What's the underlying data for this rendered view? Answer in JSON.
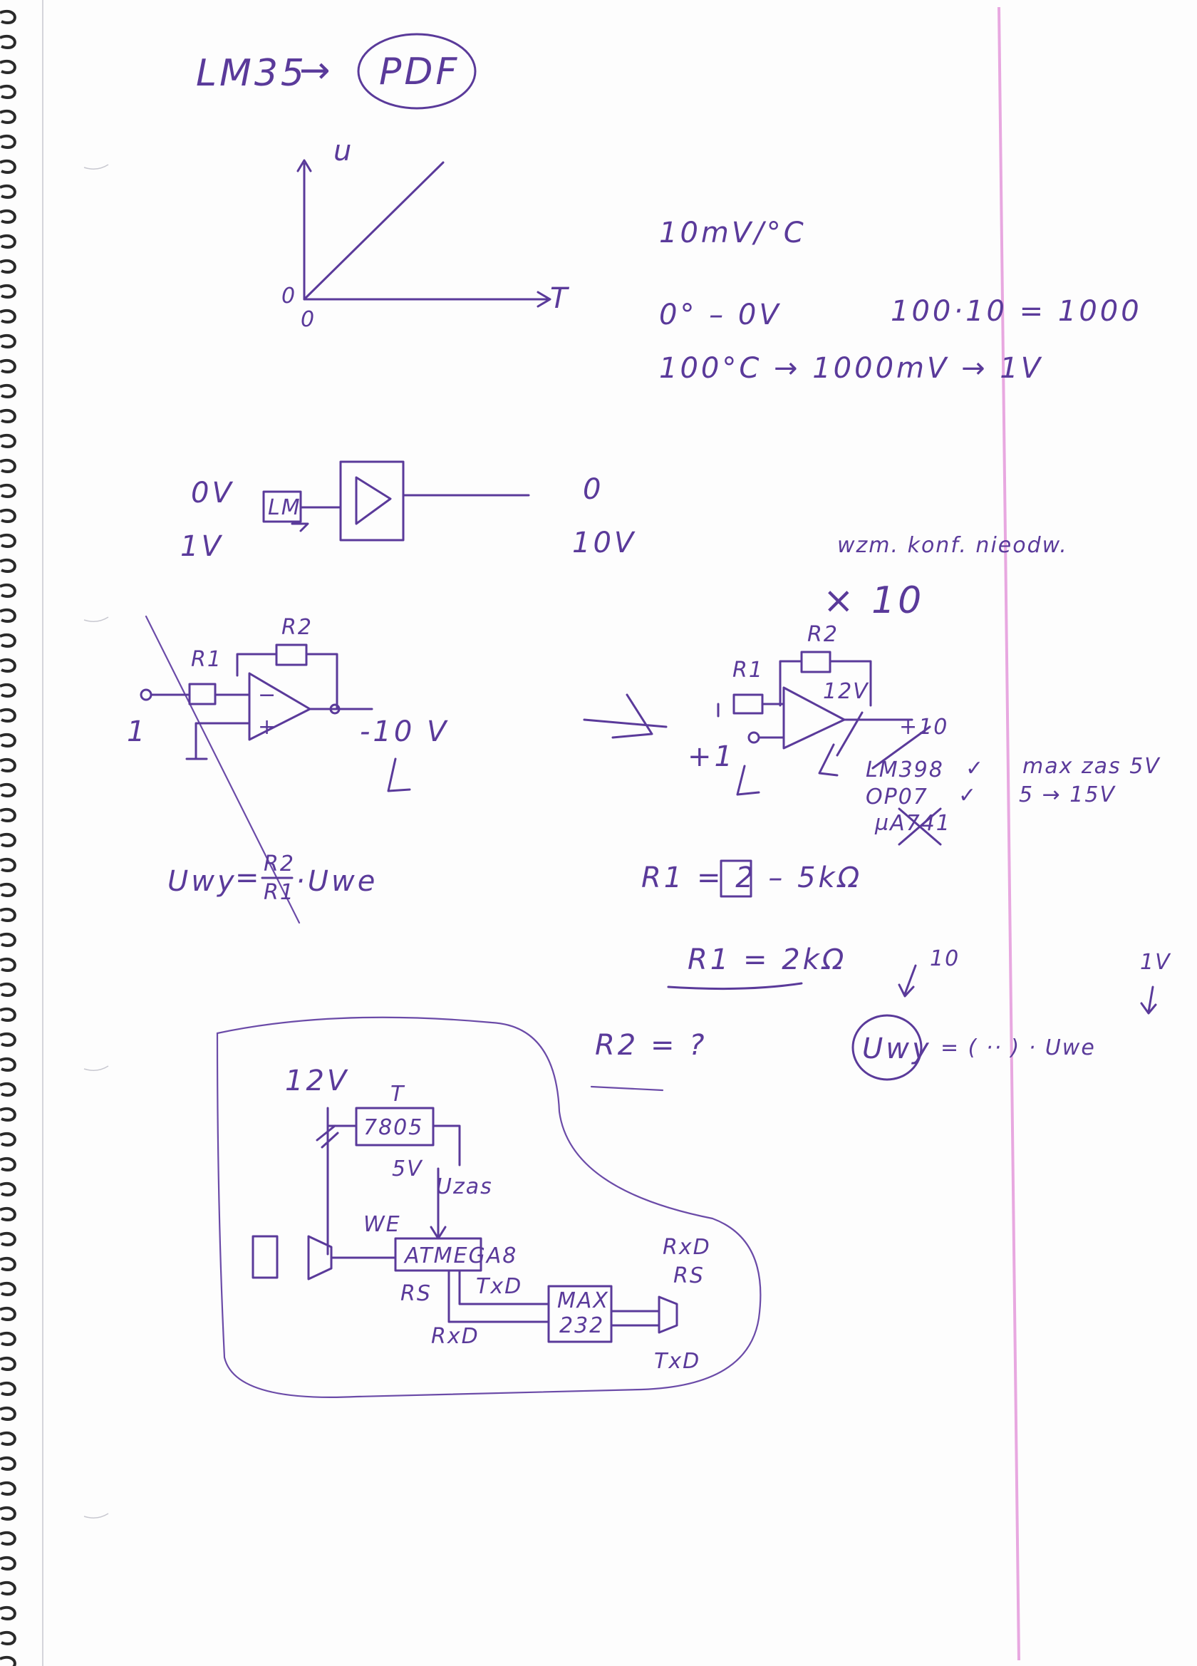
{
  "colors": {
    "ink": "#5a3a9a",
    "margin_line": "#e8a8e0",
    "paper": "#fdfdfd",
    "spiral": "#2a2a2a"
  },
  "header": {
    "part": "LM35",
    "arrow": "→",
    "circled": "PDF"
  },
  "graph": {
    "y_label": "u",
    "x_label": "T",
    "origin_y": "0",
    "origin_x": "0"
  },
  "notes": {
    "sensitivity": "10mV/°C",
    "zero": "0° – 0V",
    "calc": "100·10 = 1000",
    "hundred": "100°C → 1000mV → 1V"
  },
  "block": {
    "in_top": "0V",
    "in_bottom": "1V",
    "sensor_label": "LM",
    "out_top": "0",
    "out_bottom": "10V",
    "comment": "wzm. konf. nieodw."
  },
  "inverting": {
    "r2": "R2",
    "r1": "R1",
    "input": "1",
    "output": "-10 V",
    "minus": "−",
    "plus": "+",
    "formula_lhs": "Uwy",
    "formula_num": "R2",
    "formula_den": "R1",
    "formula_rhs": "·Uwe"
  },
  "noninverting": {
    "gain": "× 10",
    "r2": "R2",
    "r1": "R1",
    "supply": "12V",
    "input": "+1",
    "output": "+10",
    "parts": [
      "LM398",
      "OP07",
      "µA741"
    ],
    "part_checks": [
      "✓",
      "✓",
      ""
    ],
    "note_a": "max zas 5V",
    "note_b": "5 → 15V",
    "r1_eq": "R1 = 2 – 5kΩ",
    "r1_boxed_value": "2",
    "r1_final": "R1 = 2kΩ",
    "r2_q": "R2 = ?",
    "arrow_10": "10",
    "arrow_1v": "1V",
    "uwy": "Uwy",
    "uwy_eq": "= ( ·· ) · Uwe"
  },
  "system": {
    "supply": "12V",
    "regulator_ref": "T",
    "regulator": "7805",
    "out_5v": "5V",
    "uzas": "Uzas",
    "input_label": "WE",
    "mcu": "ATMEGA8",
    "rs": "RS",
    "txd": "TxD",
    "rxd": "RxD",
    "max_a": "MAX",
    "max_b": "232",
    "rxd_right": "RxD",
    "rs_right": "RS",
    "txd_right": "TxD"
  }
}
